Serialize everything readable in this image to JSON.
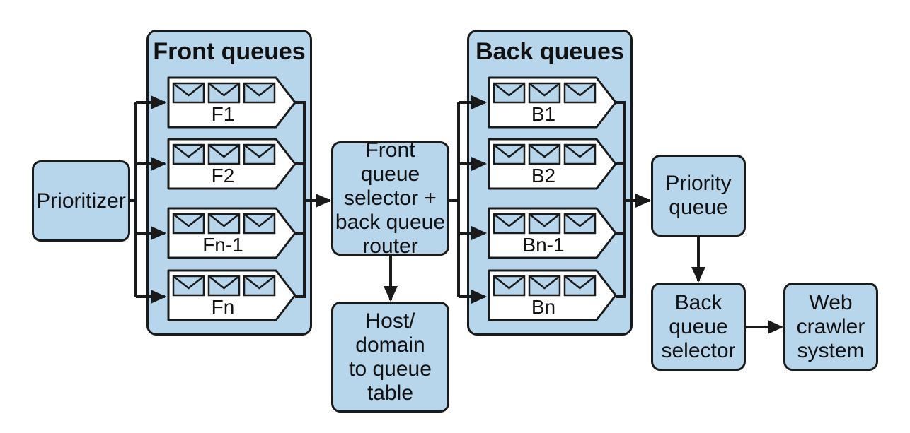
{
  "prioritizer": "Prioritizer",
  "front_group": {
    "title": "Front queues",
    "queues": [
      "F1",
      "F2",
      "Fn-1",
      "Fn"
    ]
  },
  "selector_router": "Front queue\nselector +\nback queue\nrouter",
  "host_table": "Host/\ndomain\nto queue\ntable",
  "back_group": {
    "title": "Back queues",
    "queues": [
      "B1",
      "B2",
      "Bn-1",
      "Bn"
    ]
  },
  "priority_queue": "Priority\nqueue",
  "back_selector": "Back\nqueue\nselector",
  "web_crawler": "Web\ncrawler\nsystem",
  "colors": {
    "fill": "#b7d6ec",
    "stroke": "#1a1a1a",
    "queue_fill": "#ffffff"
  },
  "icons": {
    "queue_item": "envelope-icon"
  }
}
